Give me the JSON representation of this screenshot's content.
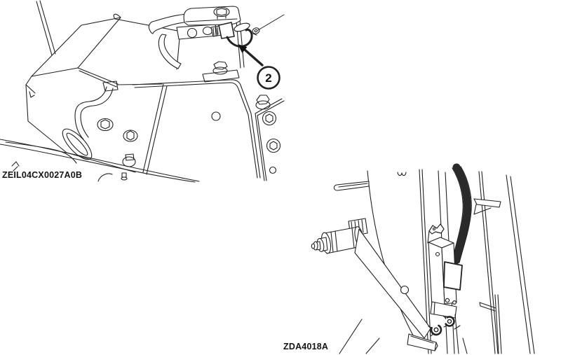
{
  "page": {
    "background_color": "#ffffff",
    "line_color": "#222222",
    "description": "Technical service-manual illustration page with two line drawings"
  },
  "figure1": {
    "label": "ZEIL04CX0027A0B",
    "callout": {
      "label": "2"
    }
  },
  "figure2": {
    "label": "ZDA4018A"
  }
}
